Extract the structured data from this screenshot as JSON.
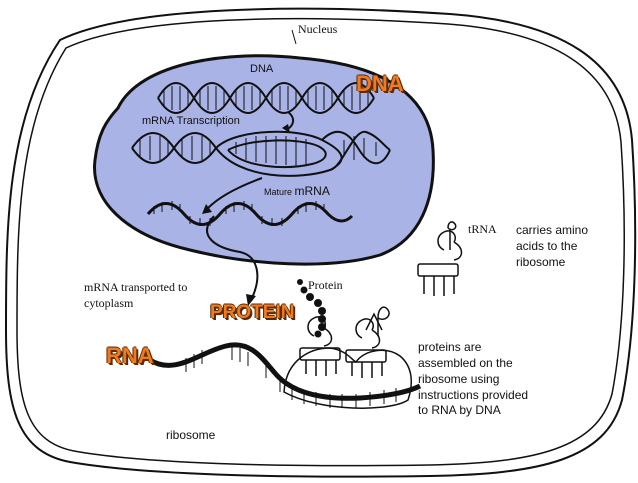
{
  "labels": {
    "nucleus": "Nucleus",
    "dna_small": "DNA",
    "dna_big": "DNA",
    "mrna_transcription": "mRNA Transcription",
    "mature_mrna_prefix": "Mature ",
    "mature_mrna_main": "mRNA",
    "trna_title": "tRNA",
    "trna_desc_1": "carries amino",
    "trna_desc_2": "acids to the",
    "trna_desc_3": "ribosome",
    "mrna_transported_1": "mRNA transported to",
    "mrna_transported_2": "cytoplasm",
    "protein_small": "Protein",
    "protein_big": "PROTEIN",
    "rna_big": "RNA",
    "assembly_1": "proteins are",
    "assembly_2": "assembled on the",
    "assembly_3": "ribosome using",
    "assembly_4": "instructions provided",
    "assembly_5": "to RNA by DNA",
    "ribosome": "ribosome"
  },
  "colors": {
    "nucleus_fill": "#a9b3e6",
    "highlight_text": "#f07a1e",
    "outline": "#111111"
  }
}
